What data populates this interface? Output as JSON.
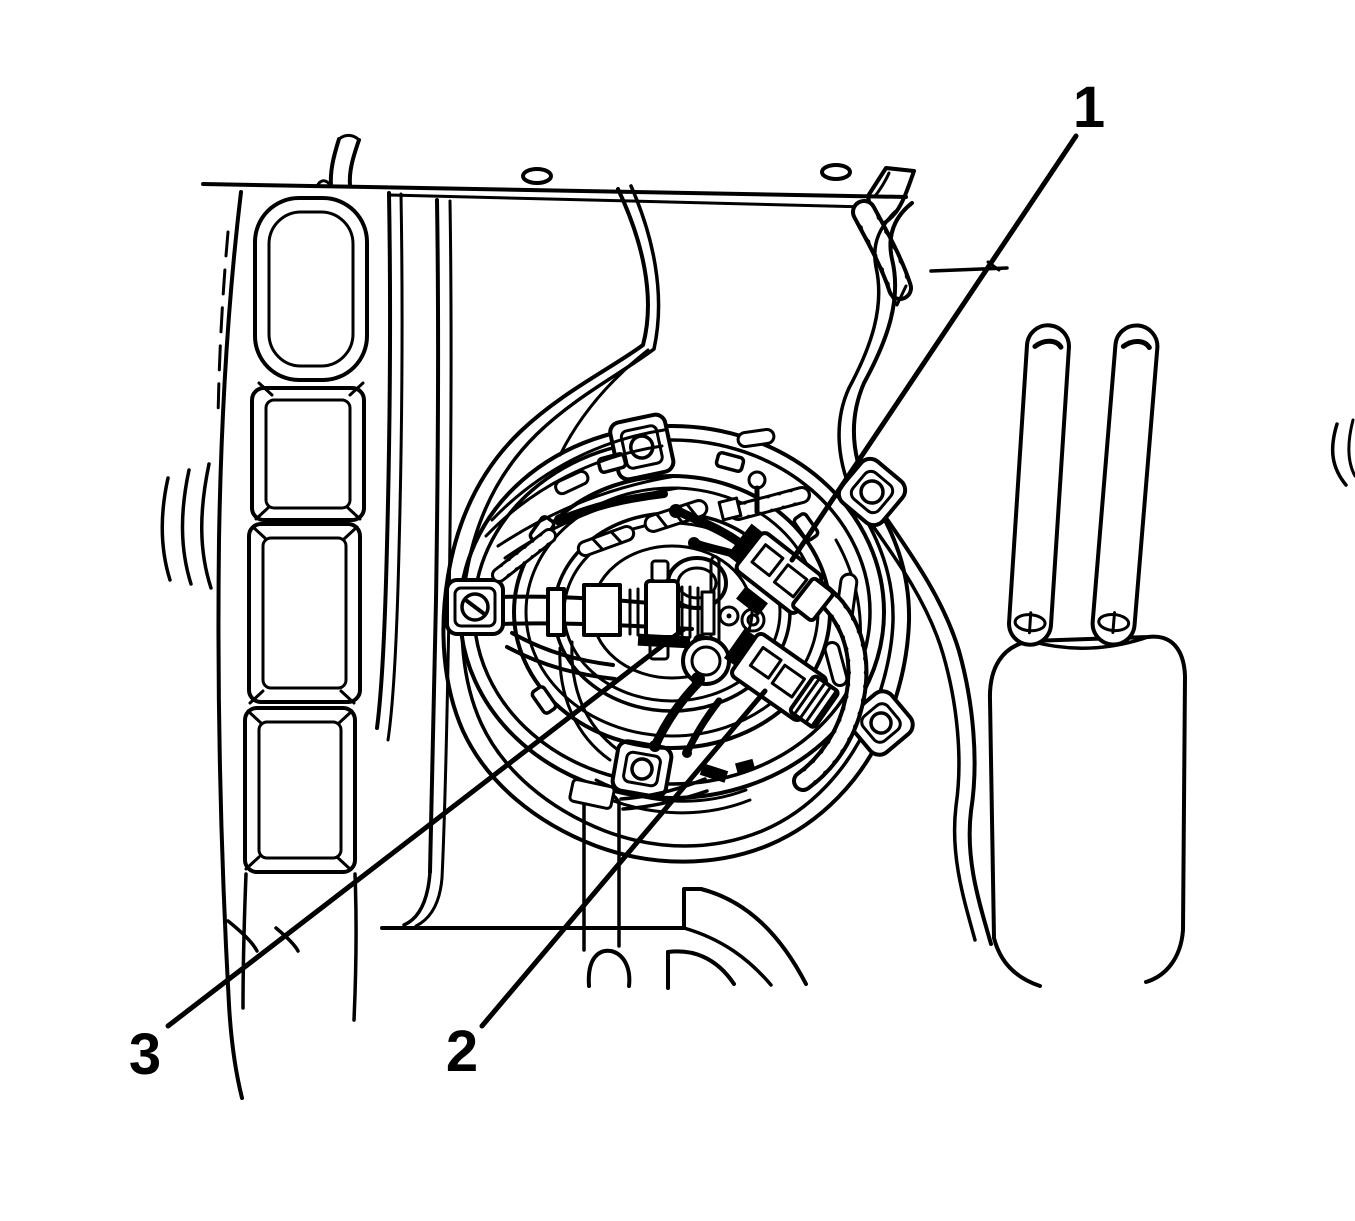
{
  "figure": {
    "kind": "service-manual line illustration",
    "background": "#ffffff",
    "line_color": "#000000"
  },
  "callouts": [
    {
      "label": "1"
    },
    {
      "label": "2"
    },
    {
      "label": "3"
    }
  ]
}
